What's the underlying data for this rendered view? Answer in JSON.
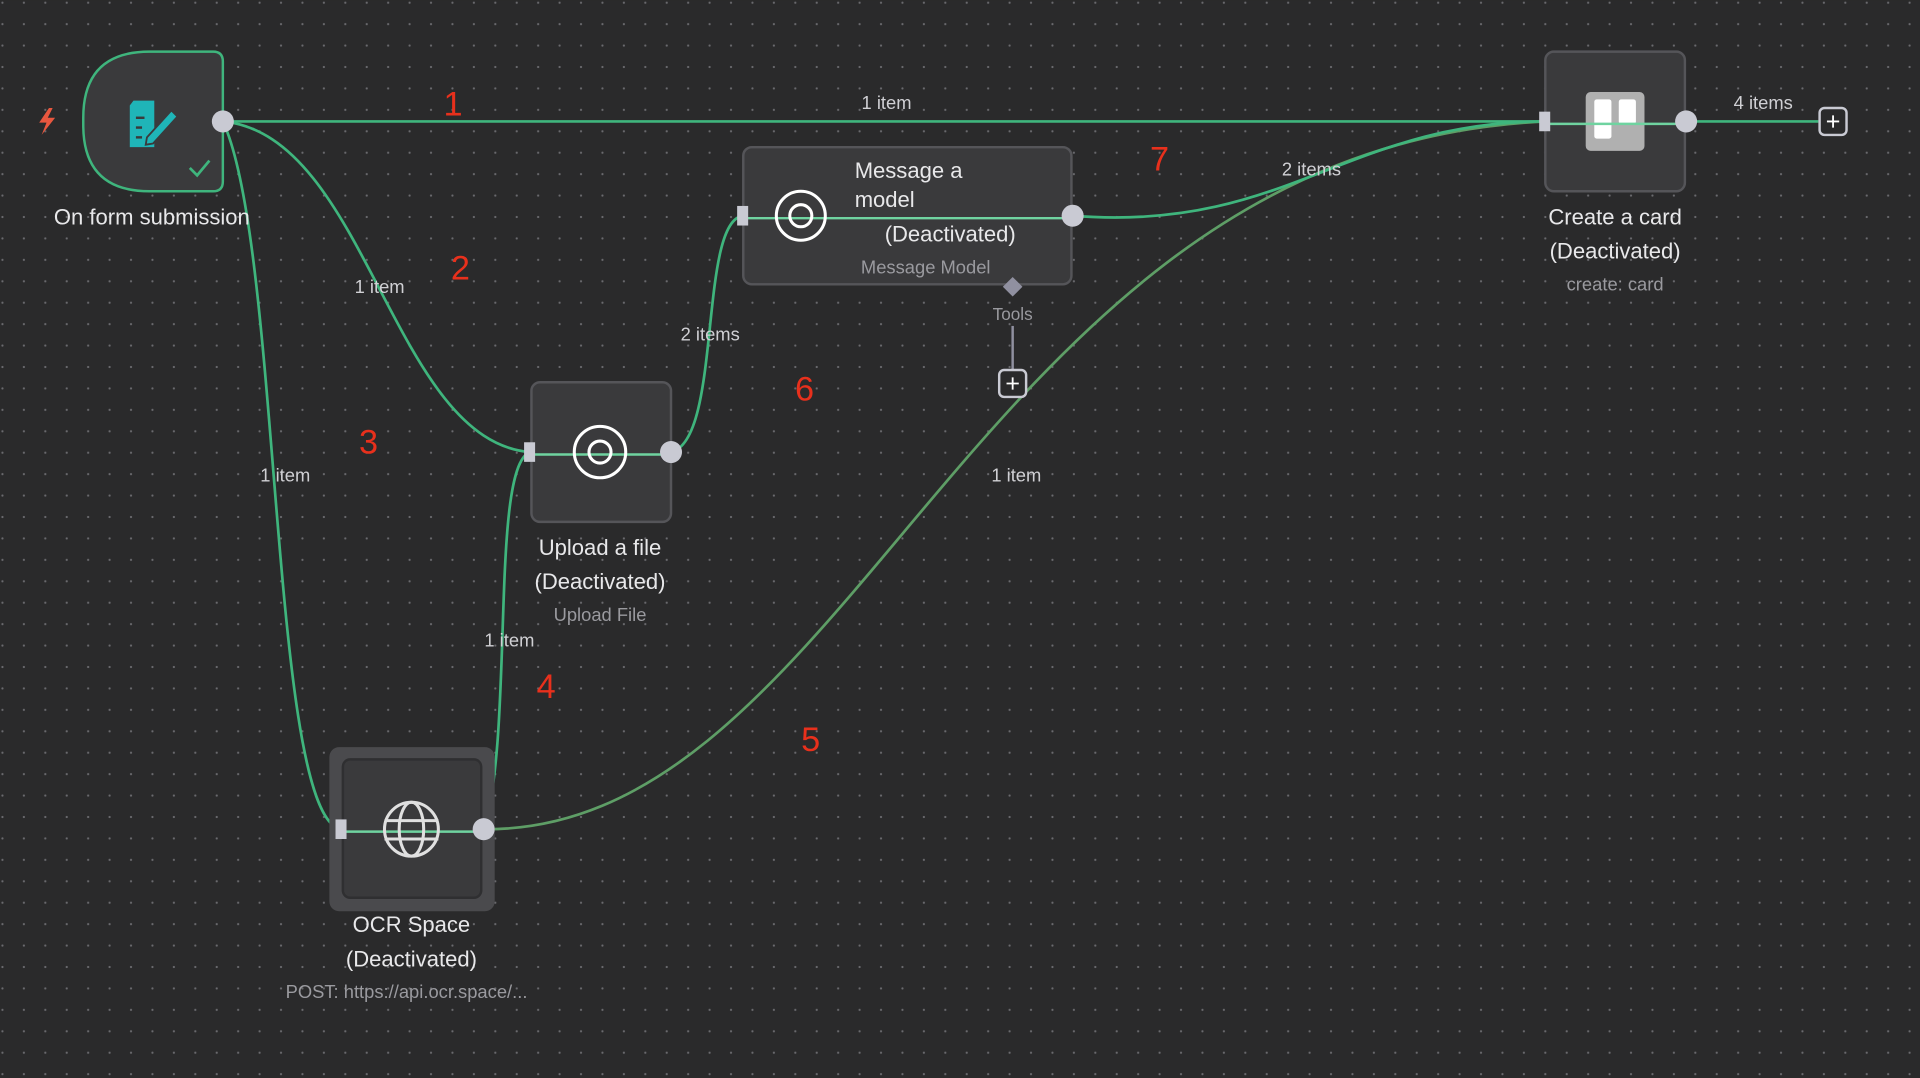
{
  "colors": {
    "background": "#2a2a2b",
    "edge": "#3fb57d",
    "edge_muted": "#5e9e66",
    "node": "#3a3a3c",
    "annotation": "#e8301c",
    "trigger_icon": "#1fb5b8"
  },
  "nodes": {
    "trigger": {
      "title": "On form submission",
      "icon": "form-edit-icon",
      "status_icon": "check-icon",
      "badge_icon": "bolt-icon"
    },
    "message_model": {
      "title_line1": "Message a",
      "title_line2": "model",
      "deactivated": "(Deactivated)",
      "subtitle": "Message Model",
      "icon": "openai-icon",
      "tools_label": "Tools"
    },
    "upload_file": {
      "title": "Upload a file",
      "deactivated": "(Deactivated)",
      "subtitle": "Upload File",
      "icon": "openai-icon"
    },
    "ocr_space": {
      "title": "OCR Space",
      "deactivated": "(Deactivated)",
      "subtitle": "POST: https://api.ocr.space/...",
      "icon": "globe-icon"
    },
    "create_card": {
      "title": "Create a card",
      "deactivated": "(Deactivated)",
      "subtitle": "create: card",
      "icon": "trello-icon",
      "output_label": "4 items"
    }
  },
  "edges": [
    {
      "id": "1",
      "label": "1 item"
    },
    {
      "id": "2",
      "label": "1 item"
    },
    {
      "id": "3",
      "label": "1 item"
    },
    {
      "id": "4",
      "label": "1 item"
    },
    {
      "id": "5",
      "label": "1 item"
    },
    {
      "id": "6",
      "label": "2 items"
    },
    {
      "id": "7",
      "label": "2 items"
    }
  ]
}
